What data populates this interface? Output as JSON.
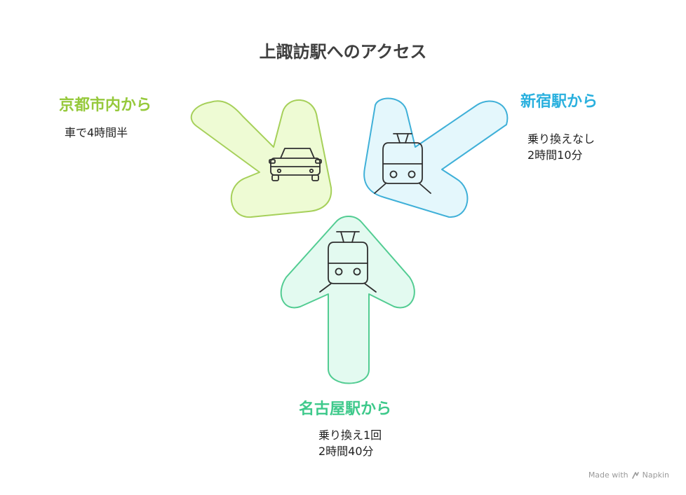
{
  "title": "上諏訪駅へのアクセス",
  "colors": {
    "kyoto_fill": "#eefbd4",
    "kyoto_stroke": "#a6d05a",
    "kyoto_label": "#96c93c",
    "shinjuku_fill": "#e4f7fc",
    "shinjuku_stroke": "#3fb0d8",
    "shinjuku_label": "#2ab0de",
    "nagoya_fill": "#e3faf0",
    "nagoya_stroke": "#52cc92",
    "nagoya_label": "#3ec98b",
    "icon_stroke": "#2f2f2f",
    "text": "#222222"
  },
  "routes": {
    "kyoto": {
      "label": "京都市内から",
      "lines": [
        "車で4時間半"
      ],
      "icon": "car-icon"
    },
    "shinjuku": {
      "label": "新宿駅から",
      "lines": [
        "乗り換えなし",
        "2時間10分"
      ],
      "icon": "train-icon"
    },
    "nagoya": {
      "label": "名古屋駅から",
      "lines": [
        "乗り換え1回",
        "2時間40分"
      ],
      "icon": "train-icon"
    }
  },
  "watermark": {
    "text": "Made with",
    "brand": "Napkin"
  }
}
